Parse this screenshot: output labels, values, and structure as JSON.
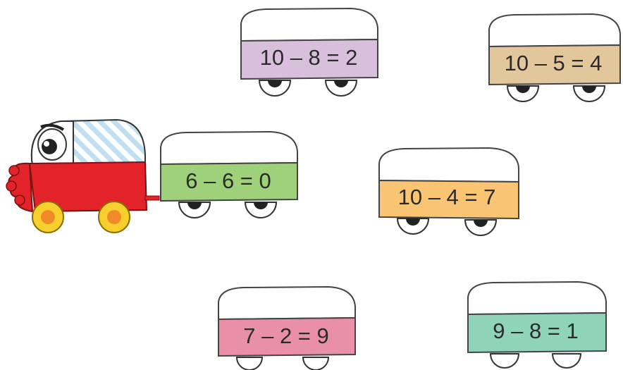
{
  "wagons": [
    {
      "id": "w1",
      "label": "10 – 8 = 2",
      "color": "#d8bfdc"
    },
    {
      "id": "w2",
      "label": "10 – 5 = 4",
      "color": "#e3c79c"
    },
    {
      "id": "w3",
      "label": "6 – 6 = 0",
      "color": "#9fd17a"
    },
    {
      "id": "w4",
      "label": "10 – 4 = 7",
      "color": "#f9c572"
    },
    {
      "id": "w5",
      "label": "7 – 2 = 9",
      "color": "#e98fa8"
    },
    {
      "id": "w6",
      "label": "9 – 8 = 1",
      "color": "#8fd3bb"
    }
  ],
  "engine": {
    "body_color": "#e32229",
    "wheel_color": "#f6cf2d",
    "hub_color": "#f28a2a",
    "window_stripe_color": "#bfe0f2"
  }
}
